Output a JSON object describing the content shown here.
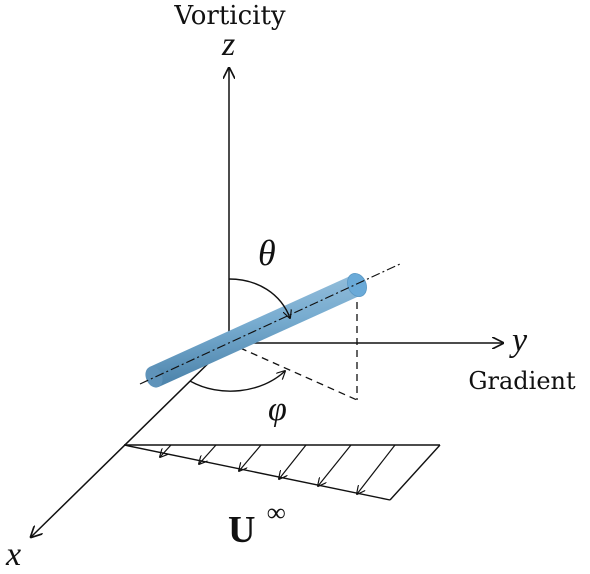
{
  "axes": {
    "z": {
      "symbol": "z",
      "name": "Vorticity"
    },
    "y": {
      "symbol": "y",
      "name": "Gradient"
    },
    "x": {
      "symbol": "x"
    }
  },
  "angles": {
    "polar": "θ",
    "azimuthal": "φ"
  },
  "flow": {
    "symbol": "U",
    "superscript": "∞"
  },
  "colors": {
    "rod": "#7fb3d6",
    "rod_dark": "#4f86ad",
    "rod_end": "#6aaad8",
    "line": "#111111"
  }
}
